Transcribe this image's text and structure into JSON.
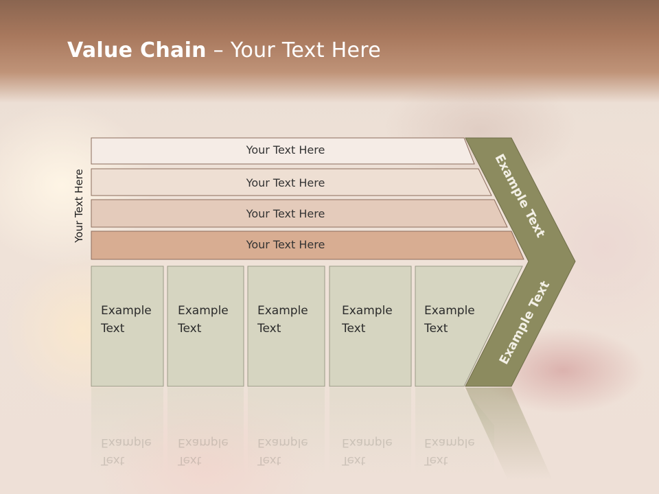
{
  "slide": {
    "title_bold": "Value Chain",
    "title_sep": "–",
    "title_rest": "Your Text Here",
    "side_label": "Your Text Here",
    "rows": [
      {
        "label": "Your Text Here",
        "fill": "#f5ece6"
      },
      {
        "label": "Your Text Here",
        "fill": "#eedfd3"
      },
      {
        "label": "Your Text Here",
        "fill": "#e4cbbb"
      },
      {
        "label": "Your Text Here",
        "fill": "#d8ad92"
      }
    ],
    "boxes": [
      {
        "line1": "Example",
        "line2": "Text"
      },
      {
        "line1": "Example",
        "line2": "Text"
      },
      {
        "line1": "Example",
        "line2": "Text"
      },
      {
        "line1": "Example",
        "line2": "Text"
      },
      {
        "line1": "Example",
        "line2": "Text"
      }
    ],
    "chevron_top_label": "Example Text",
    "chevron_bottom_label": "Example Text",
    "colors": {
      "chevron": "#8c8b5f",
      "box": "#d6d5c1",
      "title": "#ffffff",
      "header": "#a8785d"
    }
  }
}
